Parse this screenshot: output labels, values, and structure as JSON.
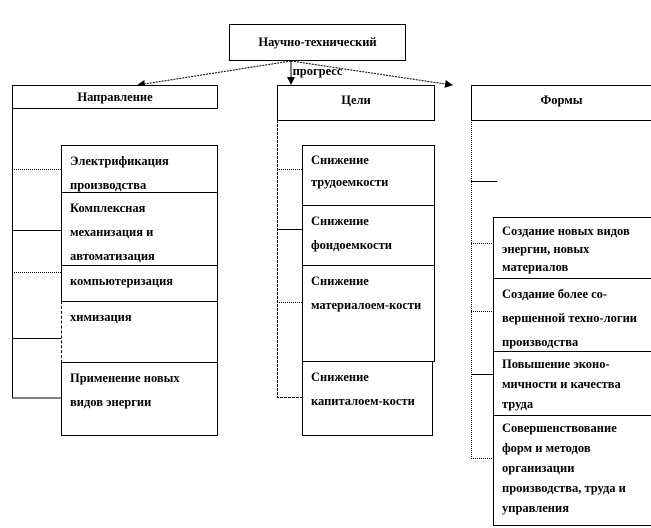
{
  "title": "Научно-технический прогресс",
  "columns": [
    {
      "header": "Направление",
      "items": [
        "Электрификация производства",
        "Комплексная механизация и автоматизация",
        "компьютеризация",
        "химизация",
        "Применение новых видов энергии"
      ]
    },
    {
      "header": "Цели",
      "items": [
        "Снижение трудоемкости",
        "Снижение фондоемкости",
        "Снижение материалоем-кости",
        "Снижение капиталоем-кости"
      ]
    },
    {
      "header": "Формы",
      "items": [
        "Создание новых видов энергии, новых материалов",
        "Создание более со-вершенной техно-логии производства",
        "Повышение эконо-мичности и качества труда",
        "Совершенствование форм и методов организации производства, труда и управления"
      ]
    }
  ]
}
